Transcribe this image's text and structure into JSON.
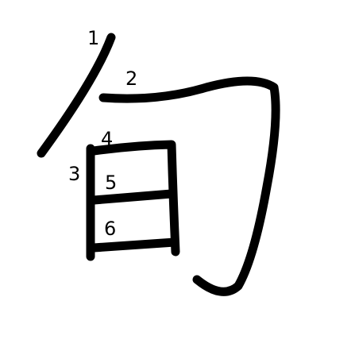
{
  "diagram": {
    "character": "旬",
    "stroke_color": "#000000",
    "background_color": "#ffffff",
    "stroke_numbers": [
      "1",
      "2",
      "3",
      "4",
      "5",
      "6"
    ]
  }
}
